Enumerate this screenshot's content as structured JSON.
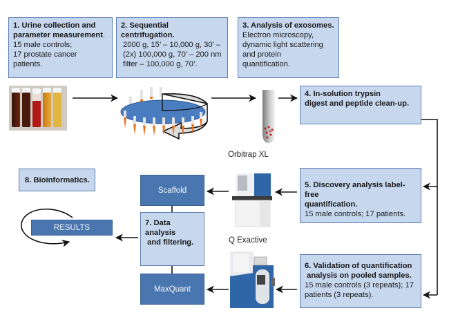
{
  "boxes": {
    "step1": {
      "title_line1": "1. Urine collection and",
      "title_line2": "parameter measurement",
      "title_suffix": ".",
      "lines": [
        "15 male controls;",
        "17 prostate cancer",
        "patients."
      ]
    },
    "step2": {
      "title": "2. Sequential  centrifugation.",
      "lines": [
        "2000 g, 15’ – 10,000 g, 30’ –",
        "(2x) 100,000 g, 70’ – 200 nm",
        "filter – 100,000 g, 70’."
      ]
    },
    "step3": {
      "title": "3. Analysis of exosomes.",
      "lines": [
        "Electron microscopy,",
        "dynamic light  scattering",
        "and protein",
        "quantification."
      ]
    },
    "step4": {
      "title_line1": "4. In-solution trypsin",
      "title_line2": "digest and  peptide clean-up."
    },
    "step5": {
      "title_line1": "5. Discovery analysis label-free",
      "title_line2": "quantification.",
      "lines": [
        "15 male controls; 17 patients."
      ]
    },
    "step6": {
      "title_line1": "6. Validation of quantification",
      "title_line2": " analysis on pooled samples.",
      "lines": [
        "15 male controls (3 repeats); 17",
        "patients (3 repeats)."
      ]
    },
    "step7": {
      "title_lines": [
        "7. Data",
        "analysis",
        " and filtering."
      ]
    },
    "step8": {
      "title": "8. Bioinformatics."
    }
  },
  "software": {
    "scaffold": "Scaffold",
    "maxquant": "MaxQuant",
    "results": "RESULTS"
  },
  "instruments": {
    "orbitrap": "Orbitrap XL",
    "qexactive": "Q Exactive"
  },
  "icons": {
    "urine_tubes": "urine-sample-tubes-photo",
    "centrifuge": "centrifuge-rotor-icon",
    "tube": "microcentrifuge-tube-icon",
    "orbitrap": "orbitrap-mass-spectrometer-photo",
    "qexactive": "q-exactive-mass-spectrometer-photo"
  },
  "colors": {
    "light_box": "#c6d7ee",
    "light_border": "#5b7fae",
    "dark_box": "#4a76b0",
    "arrow": "#111111",
    "tip_orange": "#e8731f",
    "rotor_blue": "#4a7cc0"
  }
}
